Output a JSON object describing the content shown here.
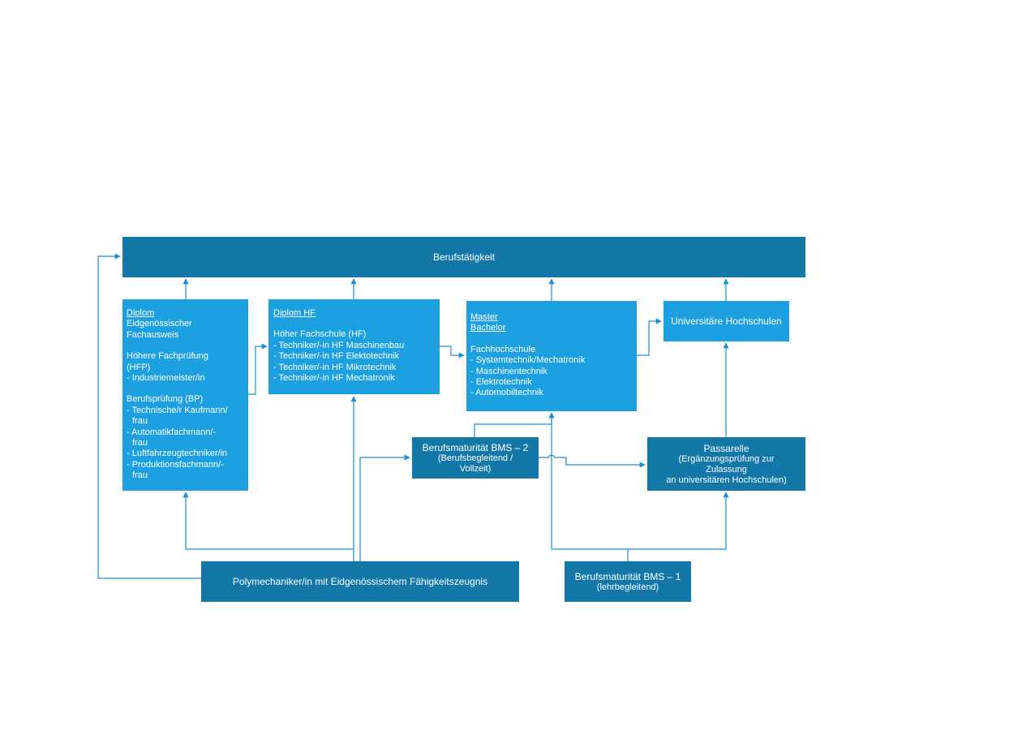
{
  "colors": {
    "dark": "#1378a8",
    "light": "#1da0e0",
    "line": "#1a8fd0",
    "text": "#ffffff"
  },
  "top": {
    "label": "Berufstätigkeit"
  },
  "diplom_box": {
    "heading": "Diplom",
    "subtitle_1": "Eidgenössischer",
    "subtitle_2": "Fachausweis",
    "hfp_title_1": "Höhere Fachprüfung",
    "hfp_title_2": "(HFP)",
    "hfp_items": [
      "- Industriemeister/in"
    ],
    "bp_title": "Berufsprüfung (BP)",
    "bp_items": [
      {
        "first": "- Technische/r Kaufmann/",
        "cont": "frau"
      },
      {
        "first": "- Automatikfachmann/-",
        "cont": "frau"
      },
      {
        "first": "- Luftfahrzeugtechniker/in",
        "cont": ""
      },
      {
        "first": "- Produktionsfachmann/-",
        "cont": "frau"
      }
    ]
  },
  "hf_box": {
    "heading": "Diplom HF",
    "title": "Höher Fachschule (HF)",
    "items": [
      "- Techniker/-in HF Maschinenbau",
      "- Techniker/-in HF Elektotechnik",
      "- Techniker/-in HF Mikrotechnik",
      "- Techniker/-in HF Mechatronik"
    ]
  },
  "fh_box": {
    "heading_1": "Master",
    "heading_2": "Bachelor",
    "title": "Fachhochschule",
    "items": [
      "- Systemtechnik/Mechatronik",
      "- Maschinentechnik",
      "- Elektrotechnik",
      "- Automobiltechnik"
    ]
  },
  "uni_box": {
    "label": "Universitäre Hochschulen"
  },
  "bms2_box": {
    "title": "Berufsmaturität BMS – 2",
    "line_1": "(Berufsbegleitend /",
    "line_2": "Vollzeit)"
  },
  "passarelle_box": {
    "title": "Passarelle",
    "line_1": "(Ergänzungsprüfung zur",
    "line_2": "Zulassung",
    "line_3": "an universitären Hochschulen)"
  },
  "poly_box": {
    "label": "Polymechaniker/in mit Eidgenössischem Fähigkeitszeugnis"
  },
  "bms1_box": {
    "title": "Berufsmaturität BMS – 1",
    "line_1": "(lehrbegleitend)"
  }
}
